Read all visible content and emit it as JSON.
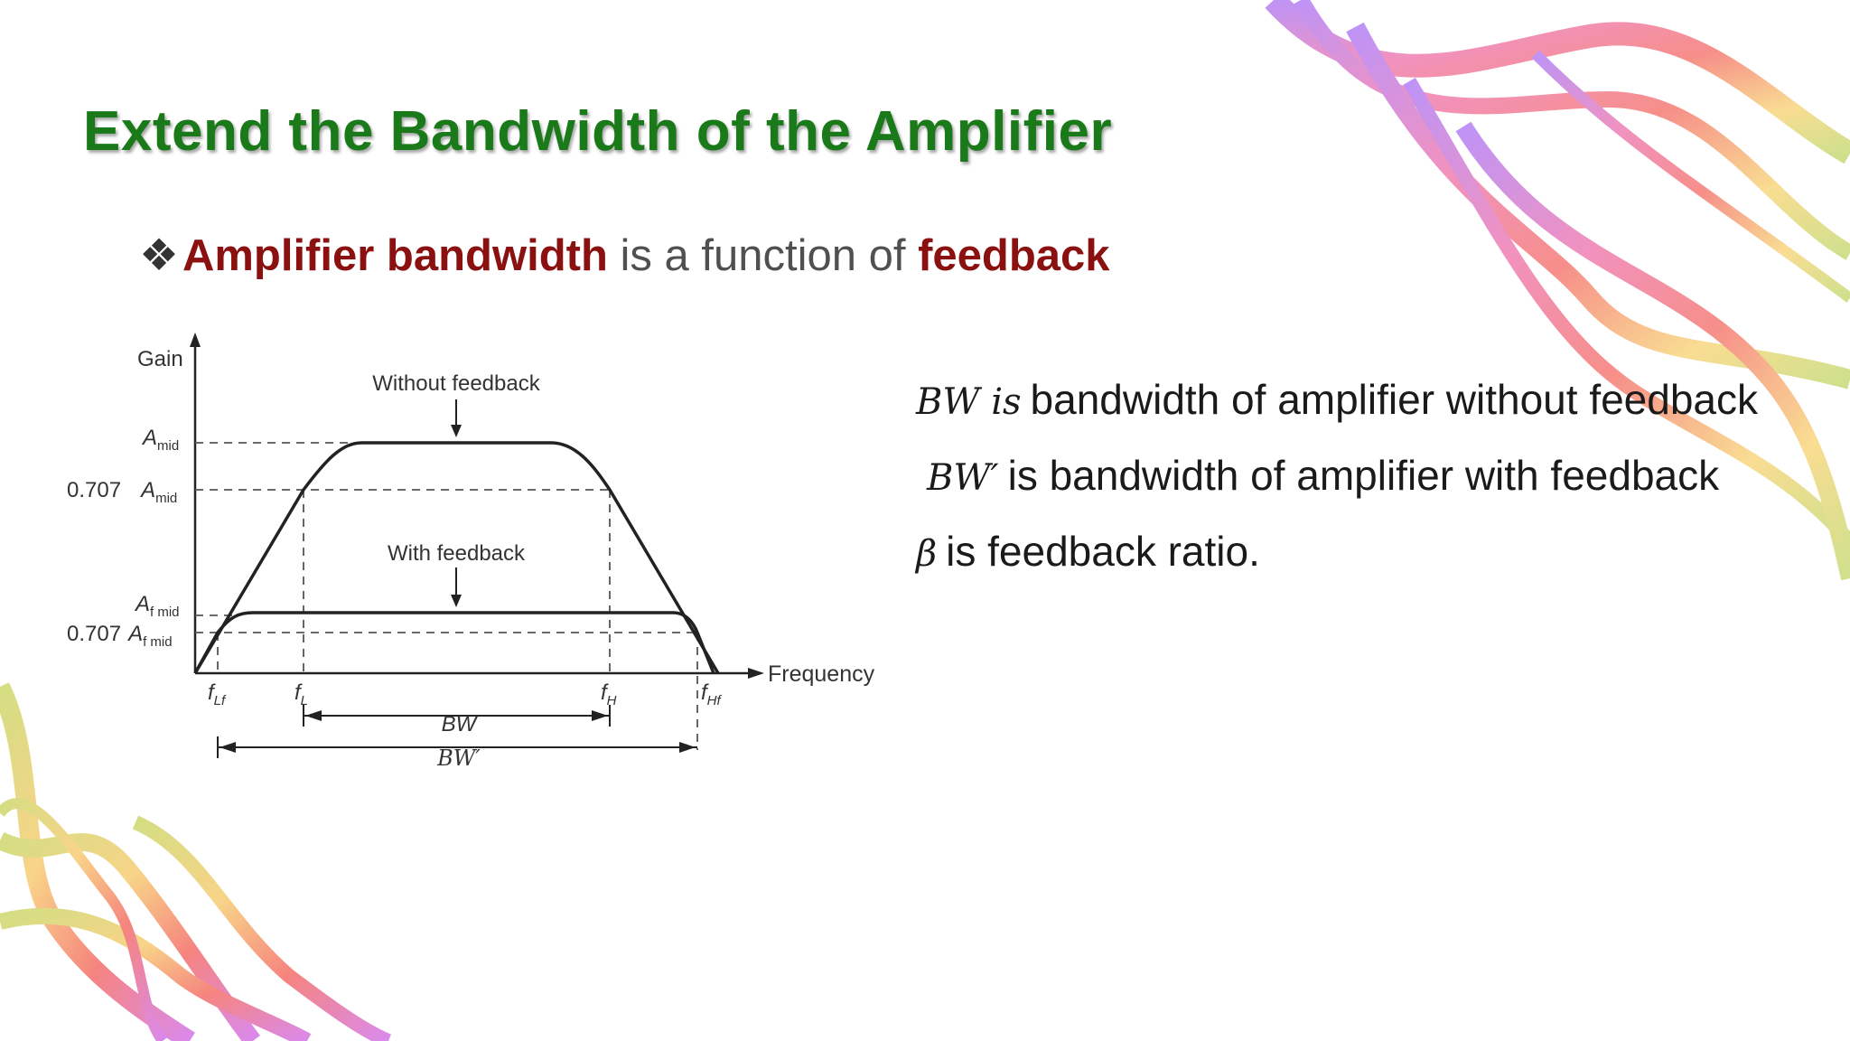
{
  "slide": {
    "title": "Extend the Bandwidth of the Amplifier",
    "bullet": {
      "symbol": "❖",
      "emphasis_1": "Amplifier bandwidth",
      "middle": " is a function of ",
      "emphasis_2": "feedback"
    },
    "definitions": [
      {
        "symbol": "BW is",
        "text": "bandwidth of amplifier without feedback"
      },
      {
        "symbol": "BW′",
        "text": "is bandwidth of amplifier with feedback"
      },
      {
        "symbol": "β",
        "text": "is feedback ratio."
      }
    ]
  },
  "diagram": {
    "y_axis_label": "Gain",
    "x_axis_label": "Frequency",
    "curve_without_label": "Without feedback",
    "curve_with_label": "With feedback",
    "y_labels": {
      "amid": "A",
      "amid_sub": "mid",
      "amid_707_prefix": "0.707",
      "afmid": "A",
      "afmid_sub": "f mid",
      "afmid_707_prefix": "0.707"
    },
    "x_labels": {
      "flf": "f",
      "flf_sub": "Lf",
      "fl": "f",
      "fl_sub": "L",
      "fh": "f",
      "fh_sub": "H",
      "fhf": "f",
      "fhf_sub": "Hf"
    },
    "bw_label": "BW",
    "bw_prime_label": "BW′"
  },
  "colors": {
    "title": "#1a7a1a",
    "emphasis": "#8b1010",
    "body_text": "#505050",
    "diagram_line": "#222222"
  }
}
